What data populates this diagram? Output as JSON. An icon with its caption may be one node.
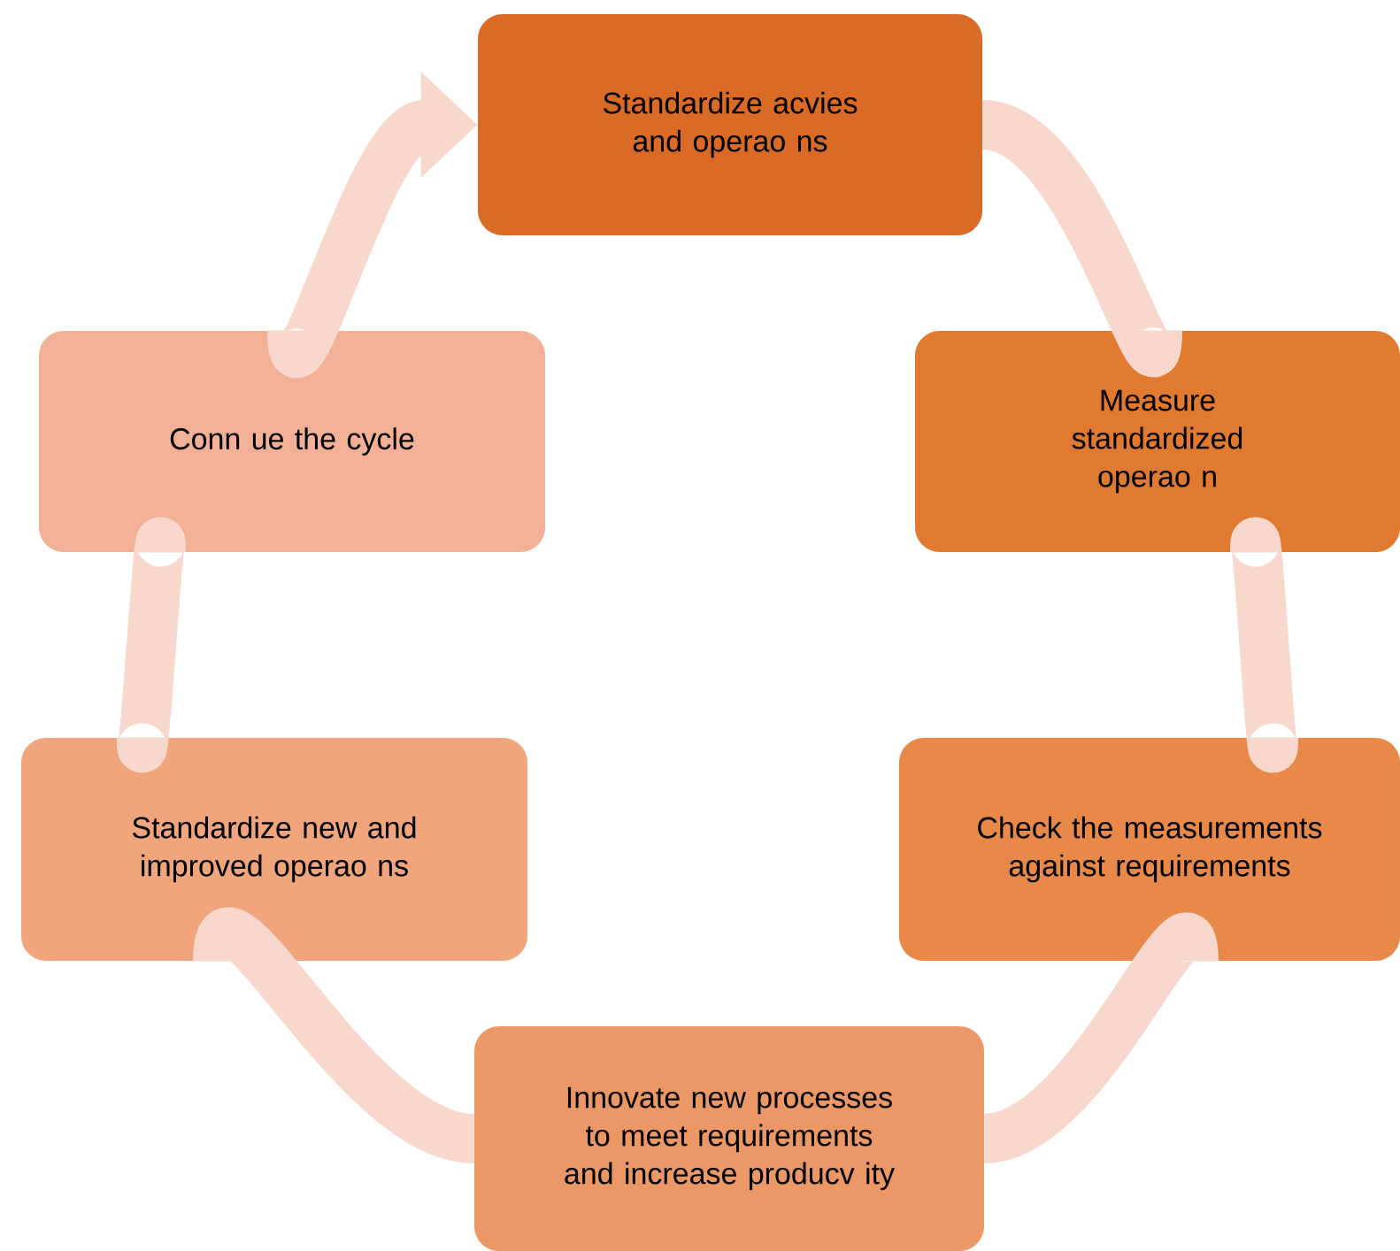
{
  "diagram": {
    "nodes": [
      {
        "text": [
          "Standardize acvies and operao ns"
        ]
      },
      {
        "text": [
          "Measure standardized operao n"
        ]
      },
      {
        "text": [
          "Check the measurements against requirements"
        ]
      },
      {
        "text": [
          "Innovate new processes to meet requirements and increase producv ity"
        ]
      },
      {
        "text": [
          "Standardize new and improved operao ns"
        ]
      },
      {
        "text": [
          "Conn ue the cycle"
        ]
      }
    ],
    "edges": [
      {
        "from": 0,
        "to": 1,
        "arrow": "none"
      },
      {
        "from": 1,
        "to": 2,
        "arrow": "none"
      },
      {
        "from": 2,
        "to": 3,
        "arrow": "none"
      },
      {
        "from": 3,
        "to": 4,
        "arrow": "none"
      },
      {
        "from": 4,
        "to": 5,
        "arrow": "none"
      },
      {
        "from": 5,
        "to": 0,
        "arrow": "to"
      }
    ]
  }
}
